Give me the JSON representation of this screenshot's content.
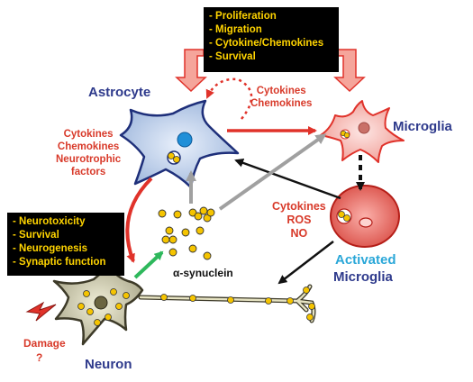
{
  "top_box": {
    "items": [
      "- Proliferation",
      "- Migration",
      "- Cytokine/Chemokines",
      "- Survival"
    ]
  },
  "left_box": {
    "items": [
      "- Neurotoxicity",
      "- Survival",
      "- Neurogenesis",
      "- Synaptic function"
    ]
  },
  "labels": {
    "astrocyte": "Astrocyte",
    "microglia": "Microglia",
    "activated_line1": "Activated",
    "activated_line2": "Microglia",
    "neuron": "Neuron",
    "alpha_synuclein": "α-synuclein",
    "damage_line1": "Damage",
    "damage_line2": "?"
  },
  "annotations": {
    "astro_to_microglia": [
      "Cytokines",
      "Chemokines"
    ],
    "astro_to_neuron": [
      "Cytokines",
      "Chemokines",
      "Neurotrophic",
      "factors"
    ],
    "activated_outputs": [
      "Cytokines",
      "ROS",
      "NO"
    ]
  },
  "colors": {
    "red": "#d83a2a",
    "navy": "#2e3a8c",
    "cyan": "#2aa7d8",
    "yellow": "#ffd400"
  }
}
